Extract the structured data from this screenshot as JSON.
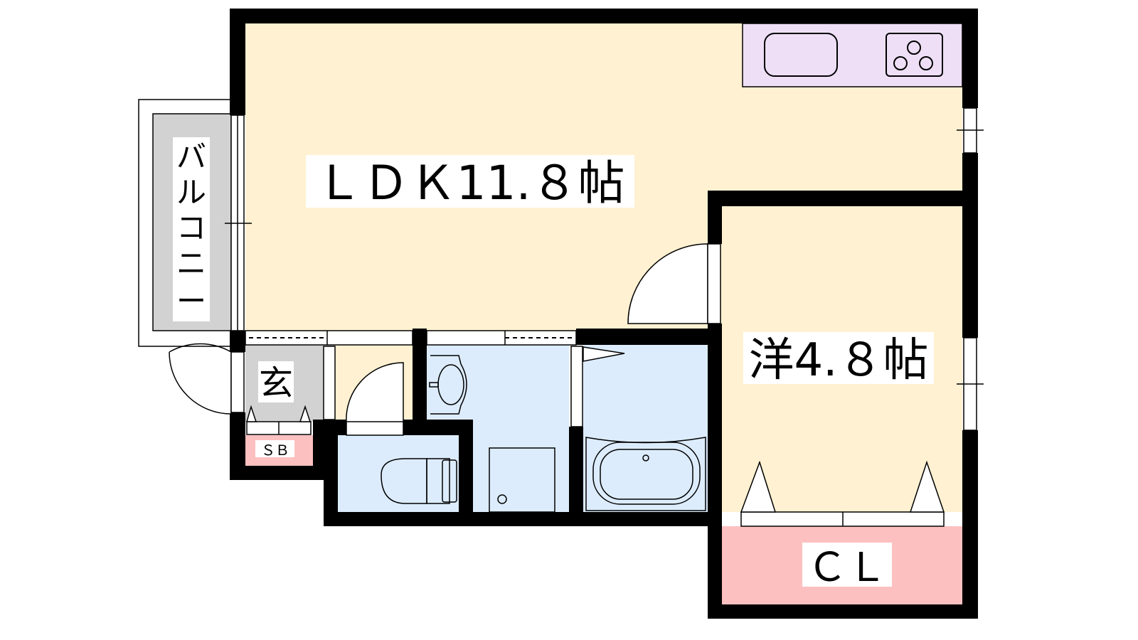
{
  "floorplan": {
    "rooms": {
      "ldk": "ＬＤＫ11.８帖",
      "western": "洋4.８帖",
      "closet": "ＣＬ",
      "entrance": "玄",
      "shoe_box": "ＳＢ",
      "balcony": [
        "バ",
        "ル",
        "コ",
        "ニ",
        "ー"
      ]
    },
    "colors": {
      "living": "#fff1d1",
      "wet_area": "#dcecfc",
      "kitchen": "#eedff6",
      "storage": "#fcc0c0",
      "entrance": "#d2d2d2",
      "wall": "#000000"
    }
  }
}
